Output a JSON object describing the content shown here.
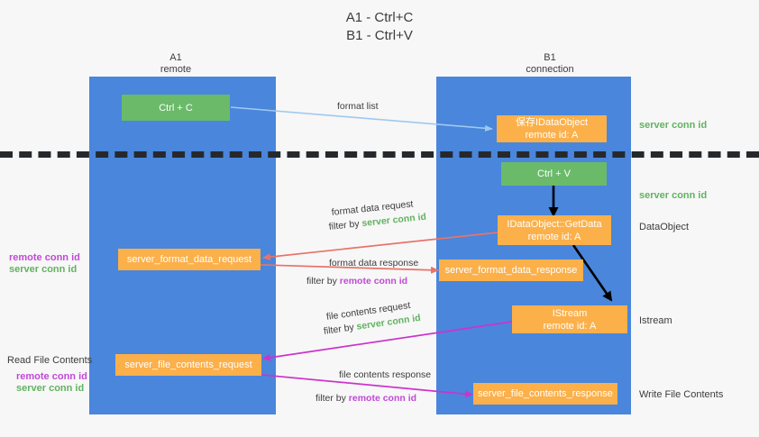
{
  "title": "A1 - Ctrl+C\nB1 - Ctrl+V",
  "colors": {
    "lane": "#4a86db",
    "green_box": "#6aba6a",
    "orange_box": "#fbb04a",
    "green_text": "#62b262",
    "purple_text": "#c149d6",
    "red_arrow": "#e8736a",
    "magenta_arrow": "#cc33cc",
    "lightblue_arrow": "#9ec9ef",
    "black_arrow": "#000000",
    "background": "#f7f7f7"
  },
  "columns": [
    {
      "name": "A1",
      "subtitle": "remote",
      "header": "A1\nremote"
    },
    {
      "name": "B1",
      "subtitle": "connection",
      "header": "B1\nconnection"
    }
  ],
  "boxes": {
    "ctrl_c": "Ctrl + C",
    "ctrl_v": "Ctrl + V",
    "save_idataobject": "保存IDataObject\nremote id: A",
    "getdata": "IDataObject::GetData\nremote id: A",
    "istream": "IStream\nremote id: A",
    "server_format_data_request": "server_format_data_request",
    "server_format_data_response": "server_format_data_response",
    "server_file_contents_request": "server_file_contents_request",
    "server_file_contents_response": "server_file_contents_response"
  },
  "arrow_labels": {
    "format_list": "format list",
    "format_data_request": "format data request",
    "format_data_request_filter_prefix": "filter by ",
    "format_data_request_filter_value": "server conn id",
    "format_data_response": "format data response",
    "format_data_response_filter_prefix": "filter by ",
    "format_data_response_filter_value": "remote conn id",
    "file_contents_request": "file contents request",
    "file_contents_request_filter_prefix": "filter by ",
    "file_contents_request_filter_value": "server conn id",
    "file_contents_response": "file contents response",
    "file_contents_response_filter_prefix": "filter by ",
    "file_contents_response_filter_value": "remote conn id"
  },
  "side_labels": {
    "right_server_conn_id_top": "server conn id",
    "right_server_conn_id_second": "server conn id",
    "right_dataobject": "DataObject",
    "right_istream": "Istream",
    "right_write_file_contents": "Write File Contents",
    "left_remote_conn_id_1": "remote conn id",
    "left_server_conn_id_1": "server conn id",
    "left_read_file_contents": "Read File Contents",
    "left_remote_conn_id_2": "remote conn id",
    "left_server_conn_id_2": "server conn id"
  }
}
